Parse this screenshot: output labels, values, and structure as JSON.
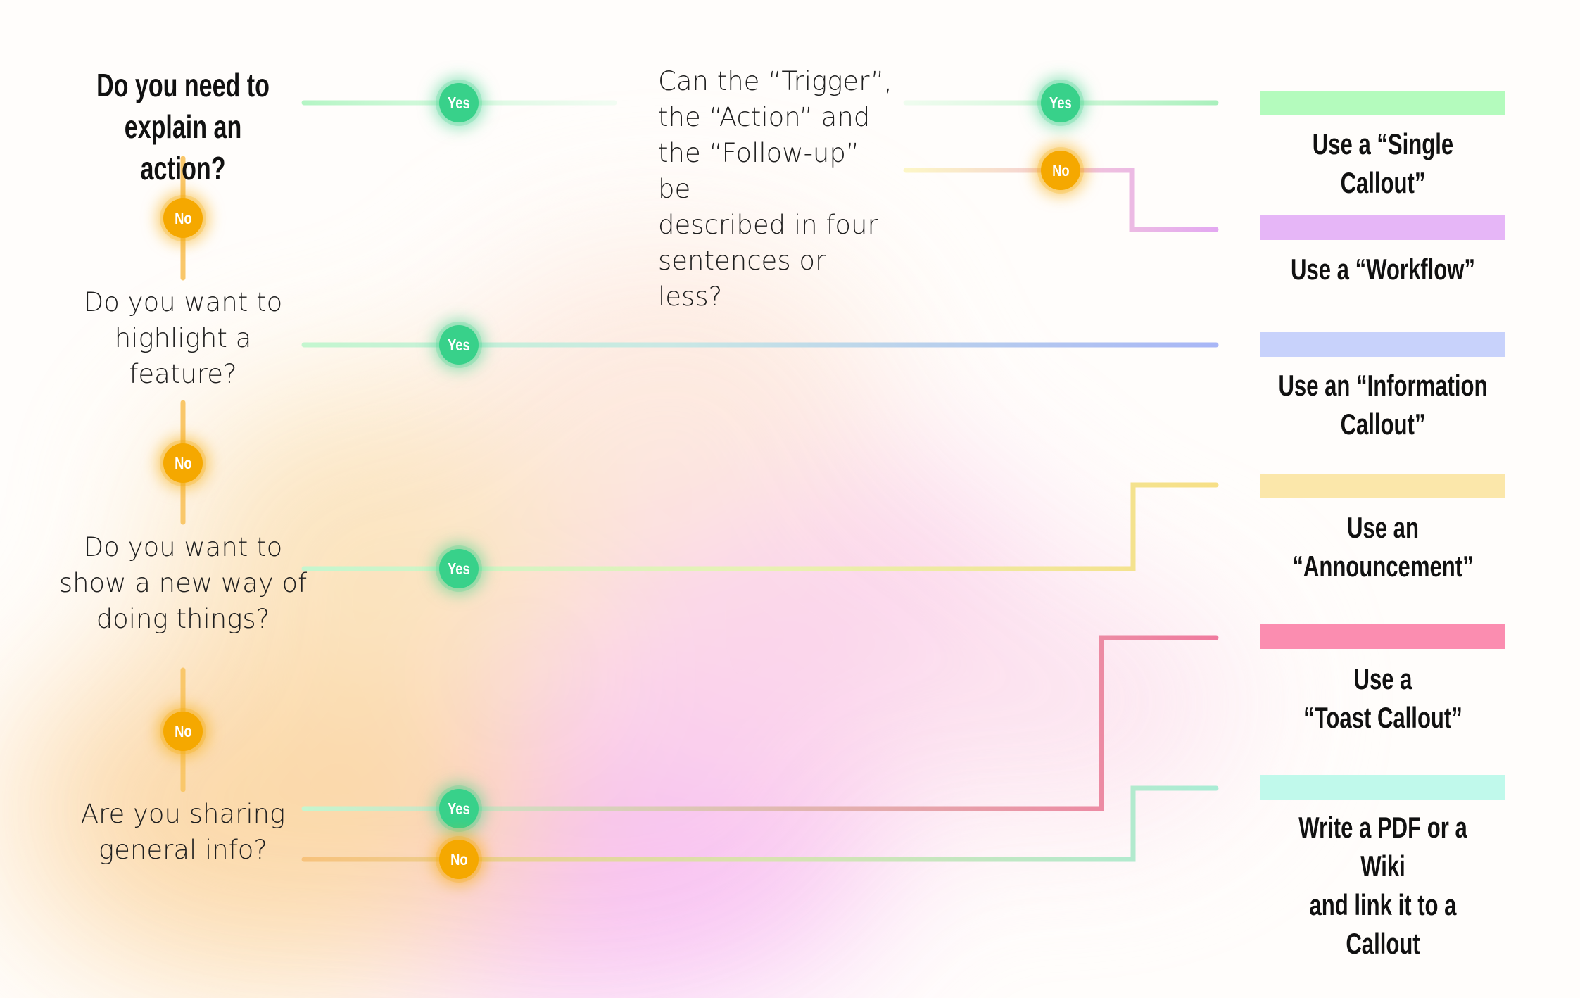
{
  "questions": {
    "q1": "Do you need to\nexplain an action?",
    "q2": "Can the “Trigger”,\nthe “Action” and\nthe “Follow-up” be\ndescribed in four\nsentences or less?",
    "q3": "Do you want to\nhighlight a\nfeature?",
    "q4": "Do you want to\nshow a new way of\ndoing things?",
    "q5": "Are you sharing\ngeneral info?"
  },
  "badges": {
    "yes": "Yes",
    "no": "No"
  },
  "outcomes": [
    {
      "label": "Use a “Single Callout”",
      "color": "#b4fbbd"
    },
    {
      "label": "Use a “Workflow”",
      "color": "#e6b6f7"
    },
    {
      "label": "Use an “Information\nCallout”",
      "color": "#c8d2fb"
    },
    {
      "label": "Use an\n“Announcement”",
      "color": "#fbe7aa"
    },
    {
      "label": "Use a\n“Toast Callout”",
      "color": "#fb8db0"
    },
    {
      "label": "Write a PDF or a Wiki\nand link it to a Callout",
      "color": "#c0f9eb"
    }
  ],
  "colors": {
    "yes_badge": "#38d18a",
    "no_badge": "#f5a800",
    "yes_line": "#bff7cc",
    "no_line": "#fcc466"
  }
}
